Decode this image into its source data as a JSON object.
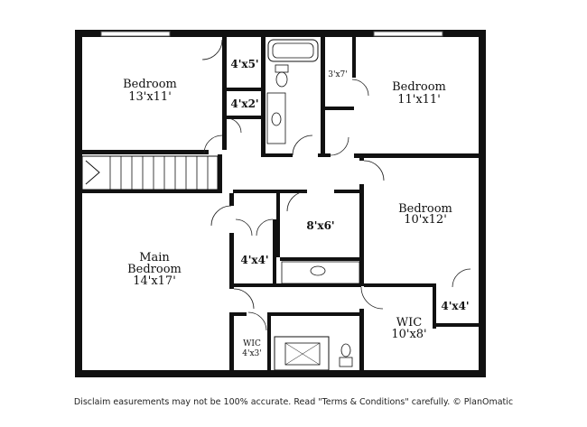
{
  "rooms": {
    "bedroom_tl": {
      "name": "Bedroom",
      "size": "13'x11'"
    },
    "closet_tl": {
      "size": "4'x5'"
    },
    "closet_mid": {
      "size": "4'x2'"
    },
    "closet_small": {
      "size": "3'x7'"
    },
    "bedroom_tr": {
      "name": "Bedroom",
      "size": "11'x11'"
    },
    "bedroom_r": {
      "name": "Bedroom",
      "size": "10'x12'"
    },
    "room_center": {
      "size": "8'x6'"
    },
    "closet_44_left": {
      "size": "4'x4'"
    },
    "main_bedroom": {
      "name_line1": "Main",
      "name_line2": "Bedroom",
      "size": "14'x17'"
    },
    "wic_large": {
      "name": "WIC",
      "size": "10'x8'"
    },
    "closet_44_right": {
      "size": "4'x4'"
    },
    "wic_small": {
      "name": "WIC",
      "size": "4'x3'"
    }
  },
  "disclaimer": "Disclaim      easurements may not be 100% accurate. Read \"Terms & Conditions\" carefully. © PlanOmatic"
}
